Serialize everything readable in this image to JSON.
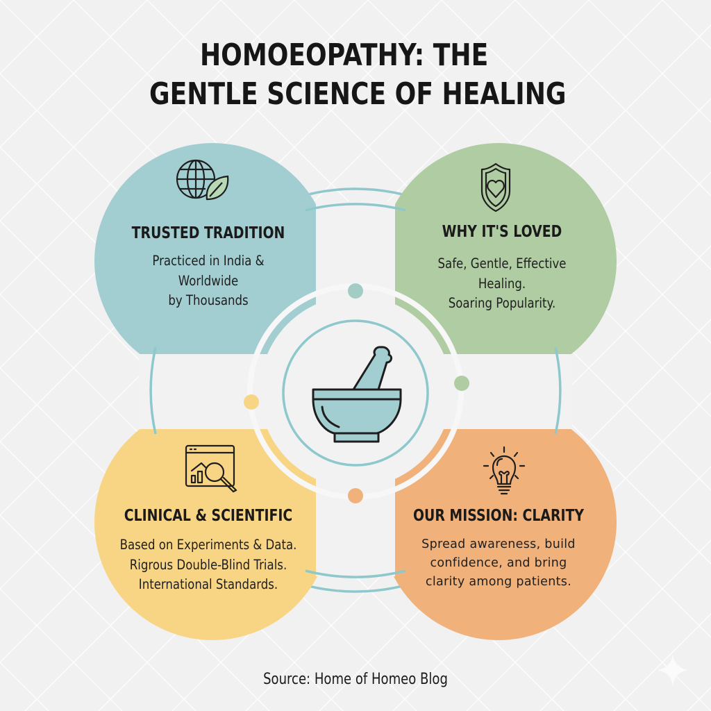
{
  "title": {
    "line1": "HOMOEOPATHY: THE",
    "line2": "GENTLE SCIENCE OF HEALING"
  },
  "center": {
    "icon": "mortar-and-pestle-icon"
  },
  "cards": [
    {
      "id": "trusted-tradition",
      "icon": "globe-leaf-icon",
      "heading": "TRUSTED TRADITION",
      "lines": [
        "Practiced in India &",
        "Worldwide",
        "by Thousands"
      ],
      "color": "#a2ced2"
    },
    {
      "id": "why-its-loved",
      "icon": "shield-heart-icon",
      "heading": "WHY IT'S LOVED",
      "lines": [
        "Safe, Gentle, Effective",
        "Healing.",
        "Soaring Popularity."
      ],
      "color": "#b0cca2"
    },
    {
      "id": "clinical-scientific",
      "icon": "browser-chart-magnifier-icon",
      "heading": "CLINICAL & SCIENTIFIC",
      "lines": [
        "Based on Experiments & Data.",
        "Rigrous Double-Blind Trials.",
        "International Standards."
      ],
      "color": "#f8d584"
    },
    {
      "id": "our-mission-clarity",
      "icon": "lightbulb-icon",
      "heading": "OUR MISSION: CLARITY",
      "lines": [
        "Spread awareness, build",
        "confidence, and bring",
        "clarity among patients."
      ],
      "color": "#f0b27a"
    }
  ],
  "colors": {
    "background": "#f1f1f1",
    "ring": "#8ec8cc",
    "text": "#1c1c1c",
    "teal": "#a2ced2",
    "green": "#b0cca2",
    "yellow": "#f8d584",
    "orange": "#f0b27a"
  },
  "footer": {
    "source": "Source: Home of Homeo Blog"
  }
}
